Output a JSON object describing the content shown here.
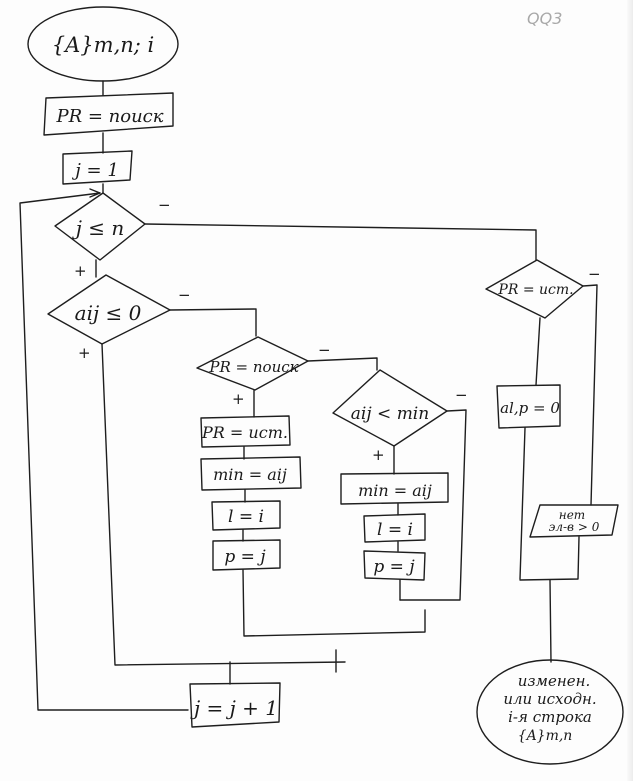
{
  "page": {
    "corner_label": "QQ3"
  },
  "flowchart": {
    "start": {
      "label": "{A}m,n; i"
    },
    "init_pr": {
      "label": "PR = поиск"
    },
    "init_j": {
      "label": "j = 1"
    },
    "loop_condition": {
      "label": "j ≤ n",
      "yes": "+",
      "no": "−"
    },
    "check_nonpositive": {
      "label": "aij ≤ 0",
      "yes": "+",
      "no": "−"
    },
    "check_search": {
      "label": "PR = поиск",
      "yes": "+",
      "no": "−"
    },
    "first_found": {
      "set_pr": "PR = ист.",
      "set_min": "min = aij",
      "set_l": "l = i",
      "set_p": "p = j"
    },
    "check_less": {
      "label": "aij < min",
      "yes": "+",
      "no": "−"
    },
    "update_min": {
      "set_min": "min = aij",
      "set_l": "l = i",
      "set_p": "p = j"
    },
    "increment": {
      "label": "j = j + 1"
    },
    "check_found": {
      "label": "PR = ист.",
      "no": "−"
    },
    "zero_element": {
      "label": "al,p = 0"
    },
    "no_elements": {
      "line1": "нет",
      "line2": "эл-в > 0"
    },
    "end": {
      "line1": "изменен.",
      "line2": "или исходн.",
      "line3": "i-я строка",
      "line4": "{A}m,n"
    }
  }
}
